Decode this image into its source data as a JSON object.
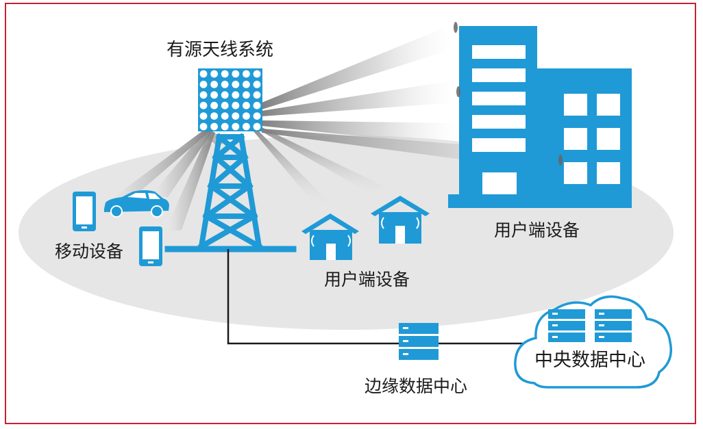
{
  "labels": {
    "antenna_system": "有源天线系统",
    "mobile_devices": "移动设备",
    "user_devices_house": "用户端设备",
    "user_devices_building": "用户端设备",
    "edge_datacenter": "边缘数据中心",
    "central_datacenter": "中央数据中心"
  },
  "colors": {
    "frame": "#c8202f",
    "accent_blue": "#1f9ad6",
    "ground_ellipse": "#e6e6e6",
    "line": "#1a1a1a"
  },
  "icons": [
    "antenna-panel-icon",
    "tower-icon",
    "phone-icon",
    "car-icon",
    "house-icon",
    "office-building-icon",
    "server-rack-icon",
    "cloud-icon"
  ]
}
